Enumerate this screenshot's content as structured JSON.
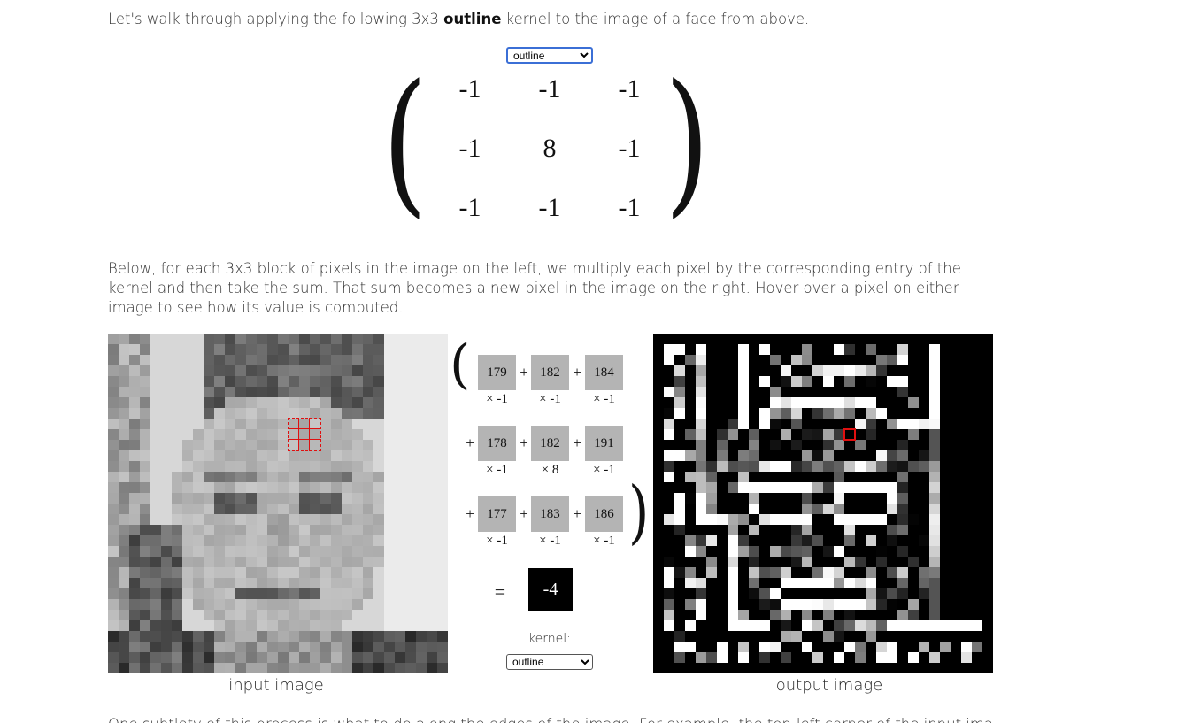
{
  "intro": {
    "before": "Let's walk through applying the following 3x3 ",
    "kernel_name": "outline",
    "after": " kernel to the image of a face from above."
  },
  "kernel_select": {
    "selected": "outline",
    "options": [
      "outline"
    ]
  },
  "kernel_matrix": [
    [
      "-1",
      "-1",
      "-1"
    ],
    [
      "-1",
      "8",
      "-1"
    ],
    [
      "-1",
      "-1",
      "-1"
    ]
  ],
  "explanation": "Below, for each 3x3 block of pixels in the image on the left, we multiply each pixel by the corresponding entry of the kernel and then take the sum. That sum becomes a new pixel in the image on the right. Hover over a pixel on either image to see how its value is computed.",
  "computation": {
    "rows": [
      {
        "pixels": [
          "179",
          "182",
          "184"
        ],
        "weights": [
          "× -1",
          "× -1",
          "× -1"
        ]
      },
      {
        "pixels": [
          "178",
          "182",
          "191"
        ],
        "weights": [
          "× -1",
          "× 8",
          "× -1"
        ]
      },
      {
        "pixels": [
          "177",
          "183",
          "186"
        ],
        "weights": [
          "× -1",
          "× -1",
          "× -1"
        ]
      }
    ],
    "plus": "+",
    "equals": "=",
    "result": "-4"
  },
  "kernel_label": "kernel:",
  "captions": {
    "input": "input image",
    "output": "output image"
  },
  "bottom_text": "One subtlety of this process is what to do along the edges of the image. For example, the top-left corner of the input image only has"
}
